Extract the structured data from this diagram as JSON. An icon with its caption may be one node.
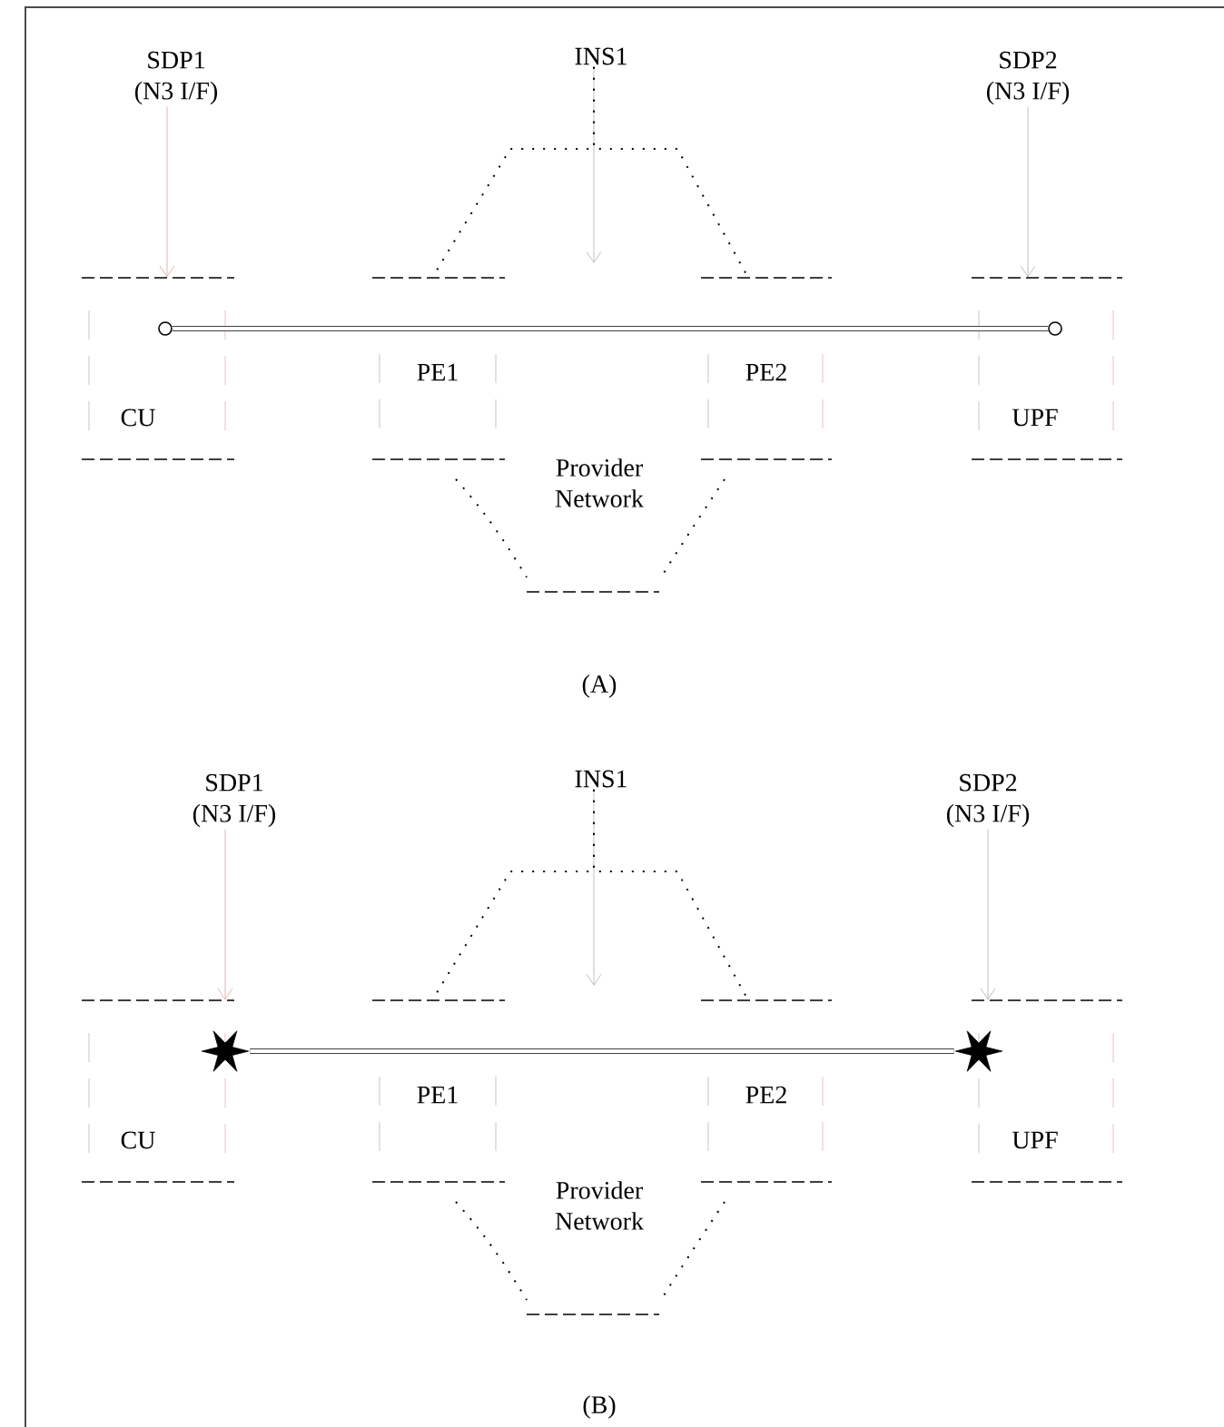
{
  "diagram": {
    "nodes": [
      {
        "text": [
          "SDP1",
          "(N3 I/F)"
        ]
      },
      {
        "text": [
          "INS1"
        ]
      },
      {
        "text": [
          "SDP2",
          "(N3 I/F)"
        ]
      },
      {
        "text": [
          "CU"
        ]
      },
      {
        "text": [
          "PE1"
        ]
      },
      {
        "text": [
          "PE2"
        ]
      },
      {
        "text": [
          "UPF"
        ]
      },
      {
        "text": [
          "Provider Network"
        ]
      },
      {
        "text": [],
        "shape": "circle",
        "in": 3
      },
      {
        "text": [],
        "shape": "circle",
        "in": 6
      },
      {
        "text": [
          "SDP1",
          "(N3 I/F)"
        ]
      },
      {
        "text": [
          "INS1"
        ]
      },
      {
        "text": [
          "SDP2",
          "(N3 I/F)"
        ]
      },
      {
        "text": [
          "CU"
        ]
      },
      {
        "text": [
          "PE1"
        ]
      },
      {
        "text": [
          "PE2"
        ]
      },
      {
        "text": [
          "UPF"
        ]
      },
      {
        "text": [
          "Provider Network"
        ]
      },
      {
        "text": [],
        "shape": "star"
      },
      {
        "text": [],
        "shape": "star"
      }
    ],
    "edges": [
      {
        "from": 0,
        "to": 3,
        "arrow": "to",
        "color": "#e0a0a0"
      },
      {
        "from": 1,
        "to": 4,
        "arrow": "none",
        "style": "dashed"
      },
      {
        "from": 1,
        "to": null,
        "arrow": "to",
        "color": "#b0b0b0"
      },
      {
        "from": 1,
        "to": 5,
        "arrow": "none",
        "style": "dashed"
      },
      {
        "from": 2,
        "to": 6,
        "arrow": "to",
        "color": "#b0b0b0"
      },
      {
        "from": 8,
        "to": 9,
        "arrow": "none",
        "style": "thick"
      },
      {
        "from": 10,
        "to": 13,
        "arrow": "to",
        "color": "#e0a0a0"
      },
      {
        "from": 11,
        "to": 14,
        "arrow": "none",
        "style": "dashed"
      },
      {
        "from": 11,
        "to": null,
        "arrow": "to",
        "color": "#b0b0b0"
      },
      {
        "from": 11,
        "to": 15,
        "arrow": "none",
        "style": "dashed"
      },
      {
        "from": 12,
        "to": 16,
        "arrow": "to",
        "color": "#b0b0b0"
      },
      {
        "from": 18,
        "to": 19,
        "arrow": "none",
        "style": "thick"
      }
    ],
    "labels": [
      "(A)",
      "(B)"
    ]
  }
}
